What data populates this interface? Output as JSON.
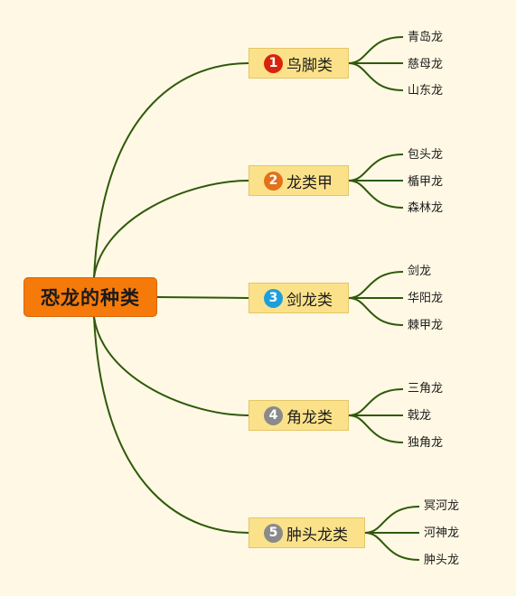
{
  "root": {
    "label": "恐龙的种类"
  },
  "colors": {
    "background": "#fff8e4",
    "root_fill": "#f57a0a",
    "branch_fill": "#fbe28a",
    "connector": "#2d5a09"
  },
  "branches": [
    {
      "number": "1",
      "label": "鸟脚类",
      "badge_color": "#d8240d",
      "leaves": [
        "青岛龙",
        "慈母龙",
        "山东龙"
      ]
    },
    {
      "number": "2",
      "label": "龙类甲",
      "badge_color": "#e2711b",
      "leaves": [
        "包头龙",
        "楯甲龙",
        "森林龙"
      ]
    },
    {
      "number": "3",
      "label": "剑龙类",
      "badge_color": "#1e9fdc",
      "leaves": [
        "剑龙",
        "华阳龙",
        "棘甲龙"
      ]
    },
    {
      "number": "4",
      "label": "角龙类",
      "badge_color": "#8a8a8a",
      "leaves": [
        "三角龙",
        "戟龙",
        "独角龙"
      ]
    },
    {
      "number": "5",
      "label": "肿头龙类",
      "badge_color": "#8a8a8a",
      "leaves": [
        "冥河龙",
        "河神龙",
        "肿头龙"
      ]
    }
  ]
}
